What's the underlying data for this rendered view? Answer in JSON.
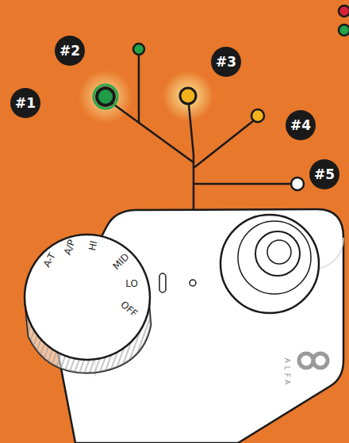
{
  "diagram": {
    "labels": [
      "#1",
      "#2",
      "#3",
      "#4",
      "#5",
      "A-T",
      "A/P",
      "HI",
      "MID",
      "LO",
      "OFF",
      "ALFA"
    ]
  }
}
